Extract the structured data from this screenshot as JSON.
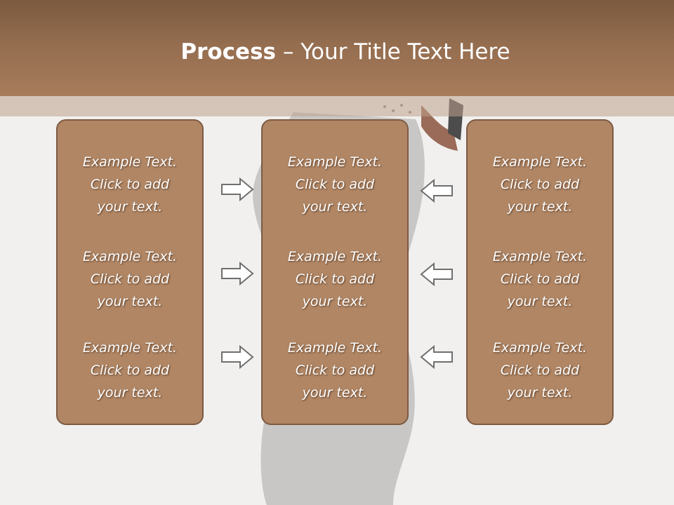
{
  "title": {
    "bold": "Process",
    "rest": " – Your Title Text Here"
  },
  "columns": [
    {
      "cells": [
        {
          "line1": "Example Text.",
          "line2": "Click  to add",
          "line3": "your text."
        },
        {
          "line1": "Example Text.",
          "line2": "Click  to add",
          "line3": "your text."
        },
        {
          "line1": "Example Text.",
          "line2": "Click  to add",
          "line3": "your text."
        }
      ]
    },
    {
      "cells": [
        {
          "line1": "Example Text.",
          "line2": "Click  to add",
          "line3": "your text."
        },
        {
          "line1": "Example Text.",
          "line2": "Click  to add",
          "line3": "your text."
        },
        {
          "line1": "Example Text.",
          "line2": "Click  to add",
          "line3": "your text."
        }
      ]
    },
    {
      "cells": [
        {
          "line1": "Example Text.",
          "line2": "Click  to add",
          "line3": "your text."
        },
        {
          "line1": "Example Text.",
          "line2": "Click  to add",
          "line3": "your text."
        },
        {
          "line1": "Example Text.",
          "line2": "Click  to add",
          "line3": "your text."
        }
      ]
    }
  ],
  "arrows": {
    "left_group": "arrow-right-icon",
    "right_group": "arrow-left-icon"
  },
  "colors": {
    "header": "#946d4f",
    "box_fill": "#b08664",
    "box_border": "#7d5b44",
    "arrow_stroke": "#6f6f6f"
  }
}
